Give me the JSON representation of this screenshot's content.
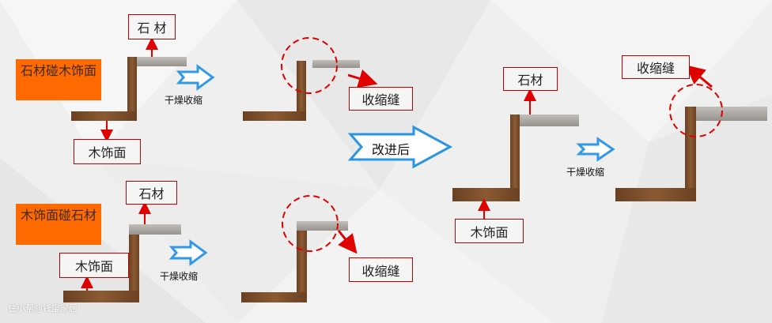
{
  "colors": {
    "wood": "#7a4e2a",
    "stone": "#a9a6a0",
    "red": "#e00000",
    "blue": "#3399e6",
    "orange": "#ff6a00"
  },
  "panels": {
    "top_left": {
      "title": "石材碰木饰面",
      "stone_label": "石 材",
      "wood_label": "木饰面",
      "shrink_label": "干燥收缩"
    },
    "top_mid": {
      "gap_label": "收缩缝"
    },
    "bottom_left": {
      "title": "木饰面碰石材",
      "stone_label": "石材",
      "wood_label": "木饰面",
      "shrink_label": "干燥收缩"
    },
    "bottom_mid": {
      "gap_label": "收缩缝"
    },
    "improved": {
      "arrow_label": "改进后",
      "stone_label": "石材",
      "wood_label": "木饰面",
      "shrink_label": "干燥收缩",
      "gap_label": "收缩缝"
    }
  },
  "watermark": "住小帮@钱宝家居"
}
